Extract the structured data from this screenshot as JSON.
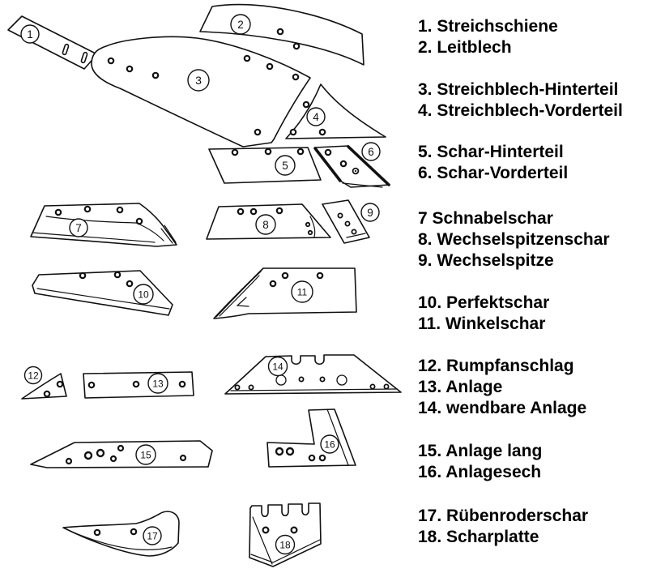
{
  "colors": {
    "ink": "#111111",
    "paper": "#ffffff"
  },
  "parts": [
    {
      "id": 1,
      "badge": "1",
      "legend_num": "1.",
      "name": "Streichschiene"
    },
    {
      "id": 2,
      "badge": "2",
      "legend_num": "2.",
      "name": "Leitblech"
    },
    {
      "id": 3,
      "badge": "3",
      "legend_num": "3.",
      "name": "Streichblech-Hinterteil"
    },
    {
      "id": 4,
      "badge": "4",
      "legend_num": "4.",
      "name": "Streichblech-Vorderteil"
    },
    {
      "id": 5,
      "badge": "5",
      "legend_num": "5.",
      "name": "Schar-Hinterteil"
    },
    {
      "id": 6,
      "badge": "6",
      "legend_num": "6.",
      "name": "Schar-Vorderteil"
    },
    {
      "id": 7,
      "badge": "7",
      "legend_num": "7",
      "name": "Schnabelschar"
    },
    {
      "id": 8,
      "badge": "8",
      "legend_num": "8.",
      "name": "Wechselspitzenschar"
    },
    {
      "id": 9,
      "badge": "9",
      "legend_num": "9.",
      "name": "Wechselspitze"
    },
    {
      "id": 10,
      "badge": "10",
      "legend_num": "10.",
      "name": "Perfektschar"
    },
    {
      "id": 11,
      "badge": "11",
      "legend_num": "11.",
      "name": "Winkelschar"
    },
    {
      "id": 12,
      "badge": "12",
      "legend_num": "12.",
      "name": "Rumpfanschlag"
    },
    {
      "id": 13,
      "badge": "13",
      "legend_num": "13.",
      "name": "Anlage"
    },
    {
      "id": 14,
      "badge": "14",
      "legend_num": "14.",
      "name": "wendbare Anlage"
    },
    {
      "id": 15,
      "badge": "15",
      "legend_num": "15.",
      "name": "Anlage lang"
    },
    {
      "id": 16,
      "badge": "16",
      "legend_num": "16.",
      "name": "Anlagesech"
    },
    {
      "id": 17,
      "badge": "17",
      "legend_num": "17.",
      "name": "Rübenroderschar"
    },
    {
      "id": 18,
      "badge": "18",
      "legend_num": "18.",
      "name": "Scharplatte"
    }
  ],
  "legend_groups": [
    {
      "part_ids": [
        1,
        2
      ]
    },
    {
      "part_ids": [
        3,
        4
      ]
    },
    {
      "part_ids": [
        5,
        6
      ]
    },
    {
      "part_ids": [
        7,
        8,
        9
      ]
    },
    {
      "part_ids": [
        10,
        11
      ]
    },
    {
      "part_ids": [
        12,
        13,
        14
      ]
    },
    {
      "part_ids": [
        15,
        16
      ]
    },
    {
      "part_ids": [
        17,
        18
      ]
    }
  ]
}
